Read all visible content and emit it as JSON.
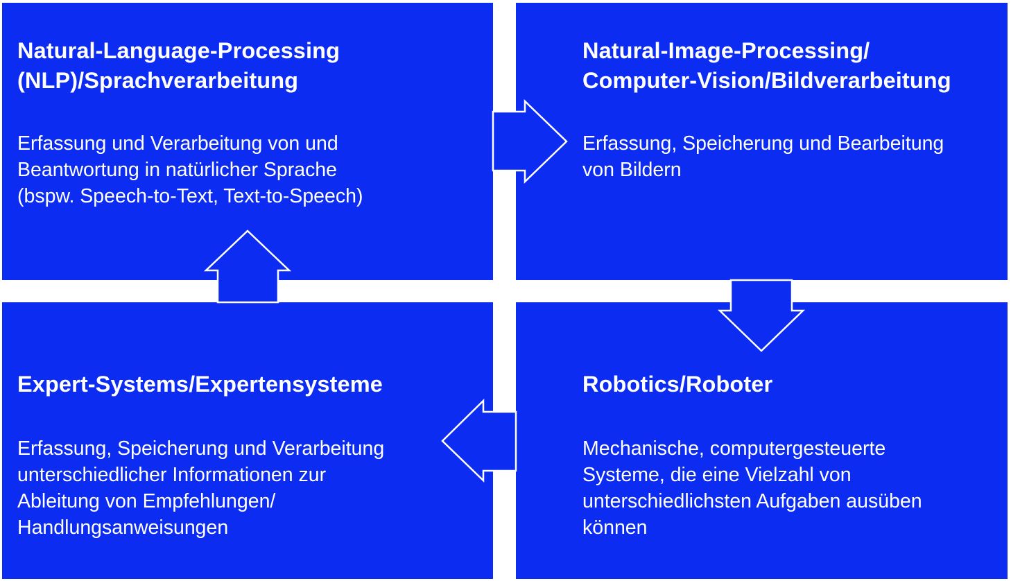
{
  "diagram": {
    "boxes": [
      {
        "id": "nlp",
        "title": "Natural-Language-Processing\n(NLP)/Sprachverarbeitung",
        "description": "Erfassung und Verarbeitung von und\nBeantwortung in natürlicher Sprache\n(bspw. Speech-to-Text, Text-to-Speech)"
      },
      {
        "id": "vision",
        "title": "Natural-Image-Processing/\nComputer-Vision/Bildverarbeitung",
        "description": "Erfassung, Speicherung und Bearbeitung\nvon Bildern"
      },
      {
        "id": "expert",
        "title": "Expert-Systems/Expertensysteme",
        "description": "Erfassung, Speicherung und Verarbeitung\nunterschiedlicher Informationen zur\nAbleitung von Empfehlungen/\nHandlungsanweisungen"
      },
      {
        "id": "robotics",
        "title": "Robotics/Roboter",
        "description": "Mechanische, computergesteuerte\nSysteme, die eine Vielzahl von\nunterschiedlichsten Aufgaben ausüben\nkönnen"
      }
    ],
    "flow": [
      {
        "from": "nlp",
        "to": "vision",
        "direction": "right"
      },
      {
        "from": "vision",
        "to": "robotics",
        "direction": "down"
      },
      {
        "from": "robotics",
        "to": "expert",
        "direction": "left"
      },
      {
        "from": "expert",
        "to": "nlp",
        "direction": "up"
      }
    ],
    "colors": {
      "box_fill": "#0d2cf2",
      "text": "#ffffff",
      "background": "#ffffff"
    }
  }
}
